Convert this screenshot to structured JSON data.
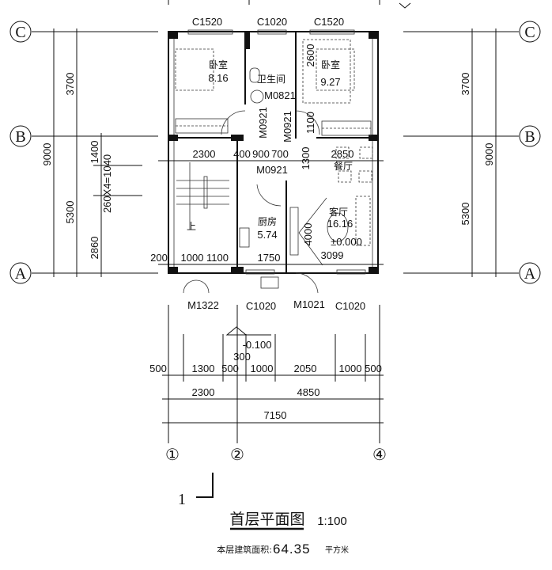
{
  "axes": {
    "c": "C",
    "b": "B",
    "a": "A",
    "n1": "①",
    "n2": "②",
    "n4": "④"
  },
  "top_windows": [
    "C1520",
    "C1020",
    "C1520"
  ],
  "rooms": {
    "bedroom_left": {
      "name": "卧室",
      "area": "8.16"
    },
    "bathroom": {
      "name": "卫生间"
    },
    "bedroom_right": {
      "name": "卧室",
      "area": "9.27"
    },
    "dining": {
      "name": "餐厅"
    },
    "kitchen": {
      "name": "厨房",
      "area": "5.74"
    },
    "living": {
      "name": "客厅",
      "area": "16.16"
    },
    "stair_up": "上"
  },
  "doors": {
    "m0821": "M0821",
    "m0921_a": "M0921",
    "m0921_b": "M0921",
    "m0921_c": "M0921"
  },
  "inner_dims": {
    "d2600": "2600",
    "d1100": "1100",
    "row1": [
      "2300",
      "400",
      "900",
      "700",
      "1300",
      "2850"
    ],
    "d4000": "4000",
    "elev": "±0.000",
    "d3099": "3099",
    "row2": [
      "200",
      "1000",
      "1100",
      "1750"
    ]
  },
  "bottom_openings": [
    "M1322",
    "C1020",
    "M1021",
    "C1020"
  ],
  "left_dims": {
    "total": "9000",
    "bc": "3700",
    "ab": "5300",
    "d1400": "1400",
    "stair": "260X4=1040",
    "d2860": "2860"
  },
  "right_dims": {
    "bc": "3700",
    "total": "9000",
    "ab": "5300"
  },
  "bottom_dims": {
    "elev": "-0.100",
    "d300": "300",
    "row1": [
      "500",
      "1300",
      "500",
      "1000",
      "2050",
      "1000",
      "500"
    ],
    "row2": [
      "2300",
      "4850"
    ],
    "total": "7150"
  },
  "section_mark": "1",
  "title": {
    "name": "首层平面图",
    "scale": "1:100",
    "area_label": "本层建筑面积:",
    "area_value": "64.35",
    "area_unit": "平方米"
  }
}
